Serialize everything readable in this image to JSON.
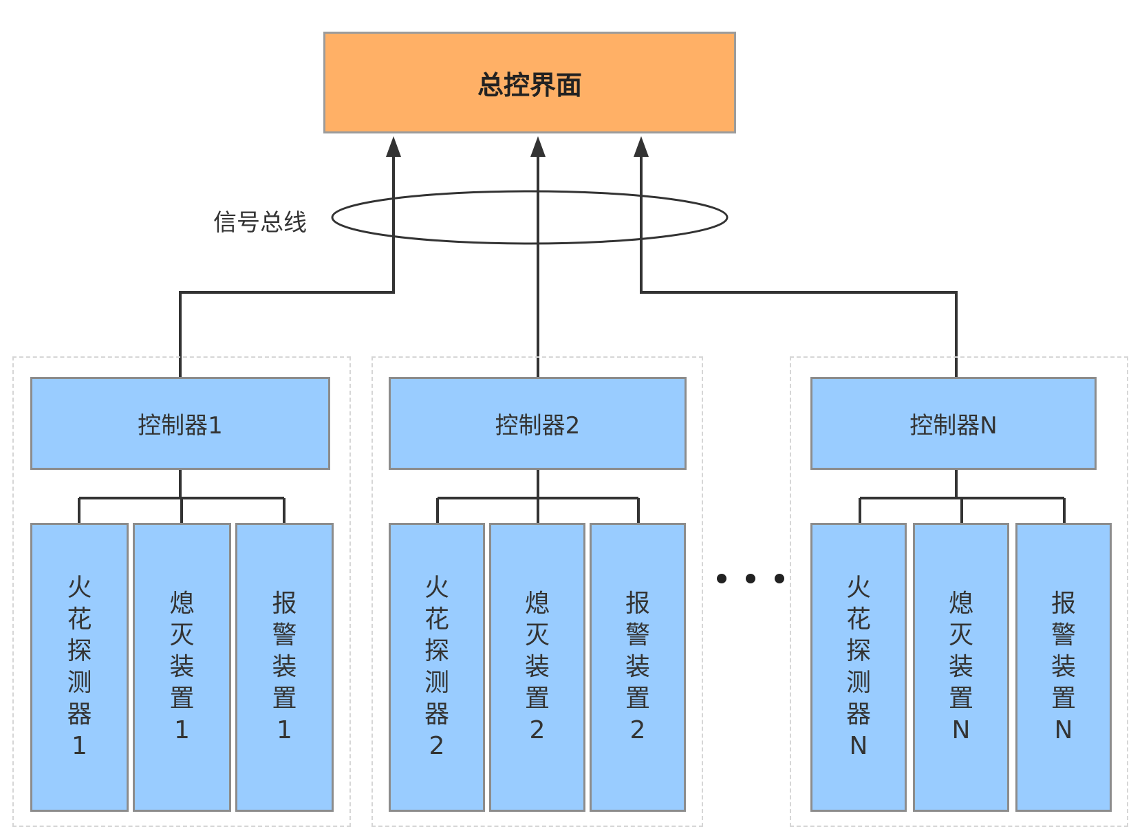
{
  "master": {
    "label": "总控界面"
  },
  "bus": {
    "label": "信号总线"
  },
  "groups": [
    {
      "controller": "控制器1",
      "devices": [
        "火花探测器1",
        "熄灭装置1",
        "报警装置1"
      ]
    },
    {
      "controller": "控制器2",
      "devices": [
        "火花探测器2",
        "熄灭装置2",
        "报警装置2"
      ]
    },
    {
      "controller": "控制器N",
      "devices": [
        "火花探测器N",
        "熄灭装置N",
        "报警装置N"
      ]
    }
  ],
  "colors": {
    "master_fill": "#ffb066",
    "box_fill": "#99ccff",
    "border": "#8c8c8c",
    "line": "#333333",
    "group_border": "#d6d6d6"
  }
}
